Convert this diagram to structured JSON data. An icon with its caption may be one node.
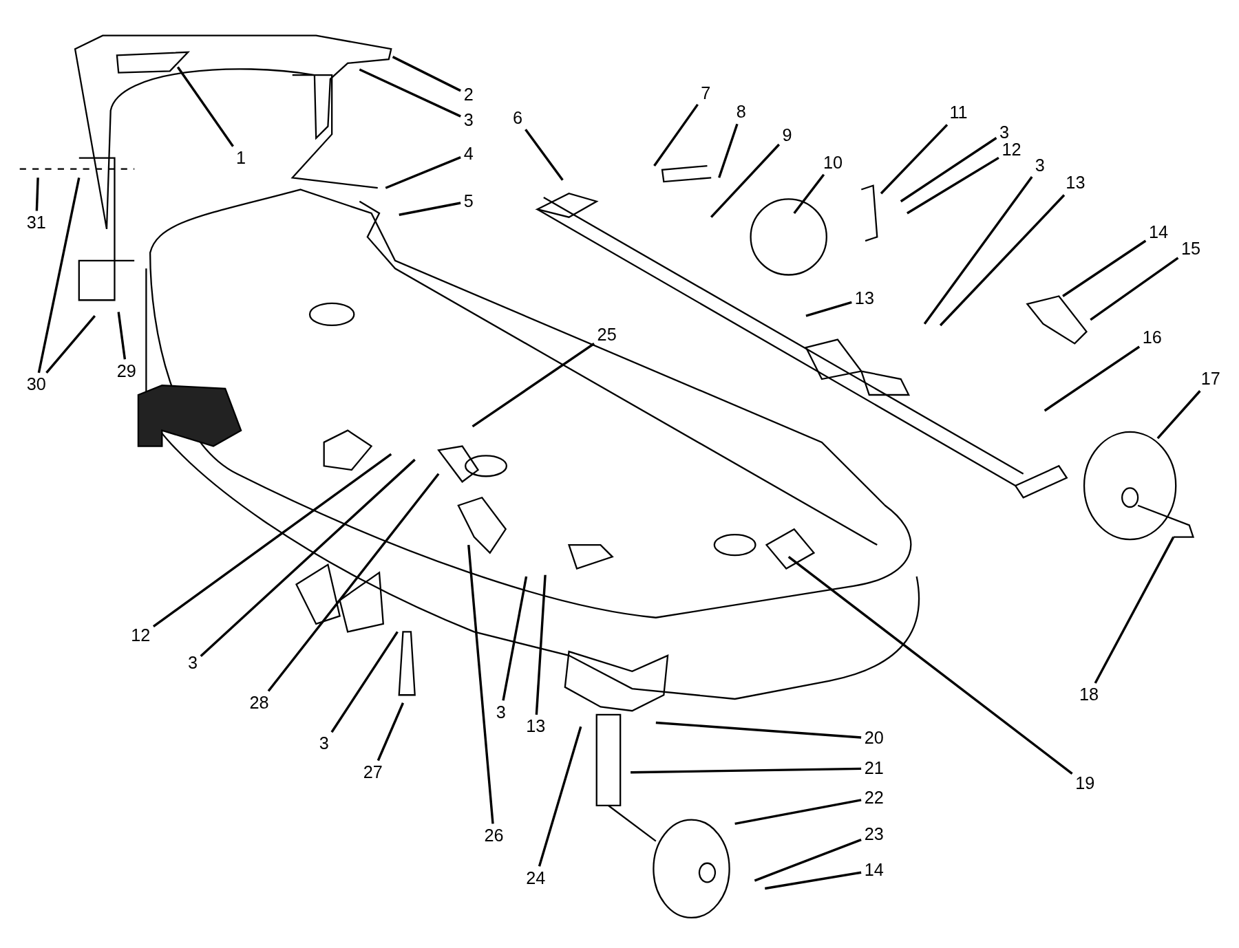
{
  "diagram": {
    "nodes": [
      {
        "text": [
          "7"
        ]
      },
      {
        "text": [
          "2"
        ]
      },
      {
        "text": [
          "8"
        ]
      },
      {
        "text": [
          "11"
        ]
      },
      {
        "text": [
          "6"
        ]
      },
      {
        "text": [
          "3"
        ]
      },
      {
        "text": [
          "3"
        ]
      },
      {
        "text": [
          "9"
        ]
      },
      {
        "text": [
          "12"
        ]
      },
      {
        "text": [
          "4"
        ]
      },
      {
        "text": [
          "1"
        ]
      },
      {
        "text": [
          "10"
        ]
      },
      {
        "text": [
          "3"
        ]
      },
      {
        "text": [
          "13"
        ]
      },
      {
        "text": [
          "5"
        ]
      },
      {
        "text": [
          "31"
        ]
      },
      {
        "text": [
          "14"
        ]
      },
      {
        "text": [
          "15"
        ]
      },
      {
        "text": [
          "13"
        ]
      },
      {
        "text": [
          "25"
        ]
      },
      {
        "text": [
          "16"
        ]
      },
      {
        "text": [
          "29"
        ]
      },
      {
        "text": [
          "17"
        ]
      },
      {
        "text": [
          "30"
        ]
      },
      {
        "text": [
          "12"
        ]
      },
      {
        "text": [
          "3"
        ]
      },
      {
        "text": [
          "18"
        ]
      },
      {
        "text": [
          "28"
        ]
      },
      {
        "text": [
          "3"
        ]
      },
      {
        "text": [
          "13"
        ]
      },
      {
        "text": [
          "20"
        ]
      },
      {
        "text": [
          "3"
        ]
      },
      {
        "text": [
          "21"
        ]
      },
      {
        "text": [
          "27"
        ]
      },
      {
        "text": [
          "19"
        ]
      },
      {
        "text": [
          "22"
        ]
      },
      {
        "text": [
          "23"
        ]
      },
      {
        "text": [
          "26"
        ]
      },
      {
        "text": [
          "14"
        ]
      },
      {
        "text": [
          "24"
        ]
      }
    ],
    "edges": [
      {
        "from": 0,
        "to": null,
        "arrow": "none"
      },
      {
        "from": 1,
        "to": null,
        "arrow": "none"
      },
      {
        "from": 2,
        "to": null,
        "arrow": "none"
      },
      {
        "from": 3,
        "to": null,
        "arrow": "none"
      },
      {
        "from": 4,
        "to": null,
        "arrow": "none"
      },
      {
        "from": 5,
        "to": null,
        "arrow": "none"
      },
      {
        "from": 6,
        "to": null,
        "arrow": "none"
      },
      {
        "from": 7,
        "to": null,
        "arrow": "none"
      },
      {
        "from": 8,
        "to": null,
        "arrow": "none"
      },
      {
        "from": 9,
        "to": null,
        "arrow": "none"
      },
      {
        "from": 10,
        "to": null,
        "arrow": "none"
      },
      {
        "from": 11,
        "to": null,
        "arrow": "none"
      },
      {
        "from": 12,
        "to": null,
        "arrow": "none"
      },
      {
        "from": 13,
        "to": null,
        "arrow": "none"
      },
      {
        "from": 14,
        "to": null,
        "arrow": "none"
      },
      {
        "from": 15,
        "to": null,
        "arrow": "none"
      },
      {
        "from": 16,
        "to": null,
        "arrow": "none"
      },
      {
        "from": 17,
        "to": null,
        "arrow": "none"
      },
      {
        "from": 18,
        "to": null,
        "arrow": "none"
      },
      {
        "from": 19,
        "to": null,
        "arrow": "none"
      },
      {
        "from": 20,
        "to": null,
        "arrow": "none"
      },
      {
        "from": 21,
        "to": null,
        "arrow": "none"
      },
      {
        "from": 22,
        "to": null,
        "arrow": "none"
      },
      {
        "from": 23,
        "to": null,
        "arrow": "none"
      },
      {
        "from": 23,
        "to": null,
        "arrow": "none"
      },
      {
        "from": 24,
        "to": null,
        "arrow": "none"
      },
      {
        "from": 25,
        "to": null,
        "arrow": "none"
      },
      {
        "from": 26,
        "to": null,
        "arrow": "none"
      },
      {
        "from": 27,
        "to": null,
        "arrow": "none"
      },
      {
        "from": 28,
        "to": null,
        "arrow": "none"
      },
      {
        "from": 29,
        "to": null,
        "arrow": "none"
      },
      {
        "from": 30,
        "to": null,
        "arrow": "none"
      },
      {
        "from": 31,
        "to": null,
        "arrow": "none"
      },
      {
        "from": 32,
        "to": null,
        "arrow": "none"
      },
      {
        "from": 33,
        "to": null,
        "arrow": "none"
      },
      {
        "from": 34,
        "to": null,
        "arrow": "none"
      },
      {
        "from": 35,
        "to": null,
        "arrow": "none"
      },
      {
        "from": 36,
        "to": null,
        "arrow": "none"
      },
      {
        "from": 37,
        "to": null,
        "arrow": "none"
      },
      {
        "from": 38,
        "to": null,
        "arrow": "none"
      },
      {
        "from": 39,
        "to": null,
        "arrow": "none"
      }
    ]
  }
}
